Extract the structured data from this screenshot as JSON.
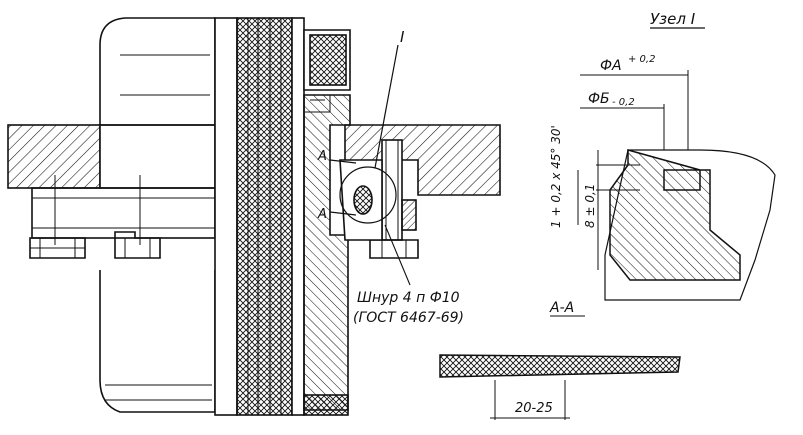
{
  "labels": {
    "node_title": "Узел I",
    "node_marker": "I",
    "dim_phi_a": "ФА",
    "dim_phi_a_tol": "+ 0,2",
    "dim_phi_b": "ФБ",
    "dim_phi_b_tol": "- 0,2",
    "dim_chamfer": "1 + 0,2 x 45° 30'",
    "dim_thickness": "8 ± 0,1",
    "section_mark_a1": "А",
    "section_mark_a2": "А",
    "cord_line1": "Шнур 4 п Ф10",
    "cord_line2": "(ГОСТ 6467-69)",
    "section_title": "А-А",
    "section_dim": "20-25"
  },
  "colors": {
    "line": "#111111",
    "background": "#ffffff"
  }
}
